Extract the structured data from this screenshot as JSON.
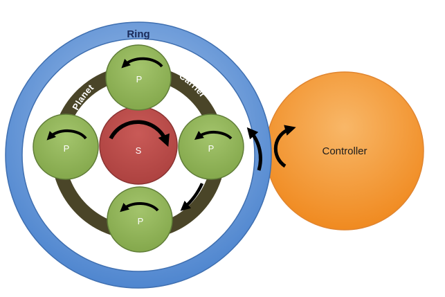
{
  "diagram": {
    "ring_label": "Ring",
    "carrier_label_left": "Planet",
    "carrier_label_right": "Carrier",
    "sun_label": "S",
    "planet_labels": [
      "P",
      "P",
      "P",
      "P"
    ],
    "controller_label": "Controller",
    "colors": {
      "ring": "#4f86cf",
      "ring_light": "#93b7e6",
      "carrier": "#4a4528",
      "planet": "#8fb458",
      "planet_stroke": "#607d38",
      "sun": "#b94a48",
      "sun_stroke": "#8a3332",
      "controller": "#f39a3a",
      "controller_light": "#f8b768",
      "arrow": "#000000",
      "label_text_on_ring": "#1a2b5a",
      "label_text_light": "#ffffff"
    }
  }
}
